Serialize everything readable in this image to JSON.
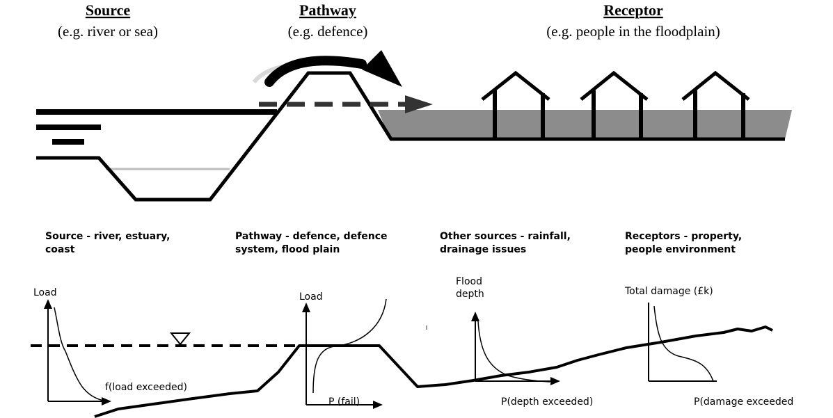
{
  "headings": {
    "source": {
      "title": "Source",
      "subtitle": "(e.g. river or sea)"
    },
    "pathway": {
      "title": "Pathway",
      "subtitle": "(e.g. defence)"
    },
    "receptor": {
      "title": "Receptor",
      "subtitle": "(e.g. people in the floodplain)"
    }
  },
  "captions": {
    "source": [
      "Source - river, estuary,",
      "coast"
    ],
    "pathway": [
      "Pathway - defence, defence",
      "system, flood plain"
    ],
    "other": [
      "Other sources - rainfall,",
      "drainage issues"
    ],
    "receptors": [
      "Receptors - property,",
      "people environment"
    ]
  },
  "graphs": {
    "load_y": "Load",
    "load_x": "f(load exceeded)",
    "fragility_y": "Load",
    "fragility_x": "P (fail)",
    "depth_y": [
      "Flood",
      "depth"
    ],
    "depth_x": "P(depth exceeded)",
    "damage_y": "Total damage (£k)",
    "damage_x": "P(damage exceeded"
  },
  "colors": {
    "line": "#000000",
    "water": "#8c8c8c",
    "faint": "#bdbdbd",
    "arrow": "#333333"
  }
}
